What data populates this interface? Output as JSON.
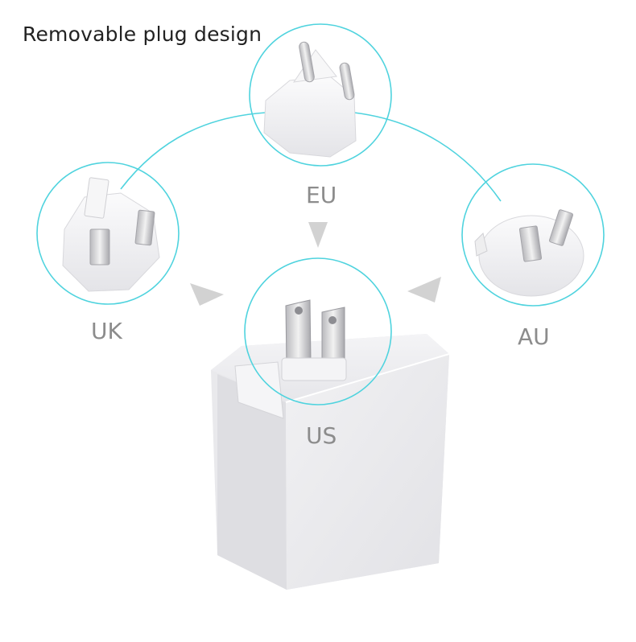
{
  "title": "Removable plug design",
  "labels": {
    "eu": "EU",
    "uk": "UK",
    "au": "AU",
    "us": "US"
  },
  "colors": {
    "accent": "#4fd3de",
    "arrow": "#d2d2d2",
    "label": "#8c8c8c"
  }
}
